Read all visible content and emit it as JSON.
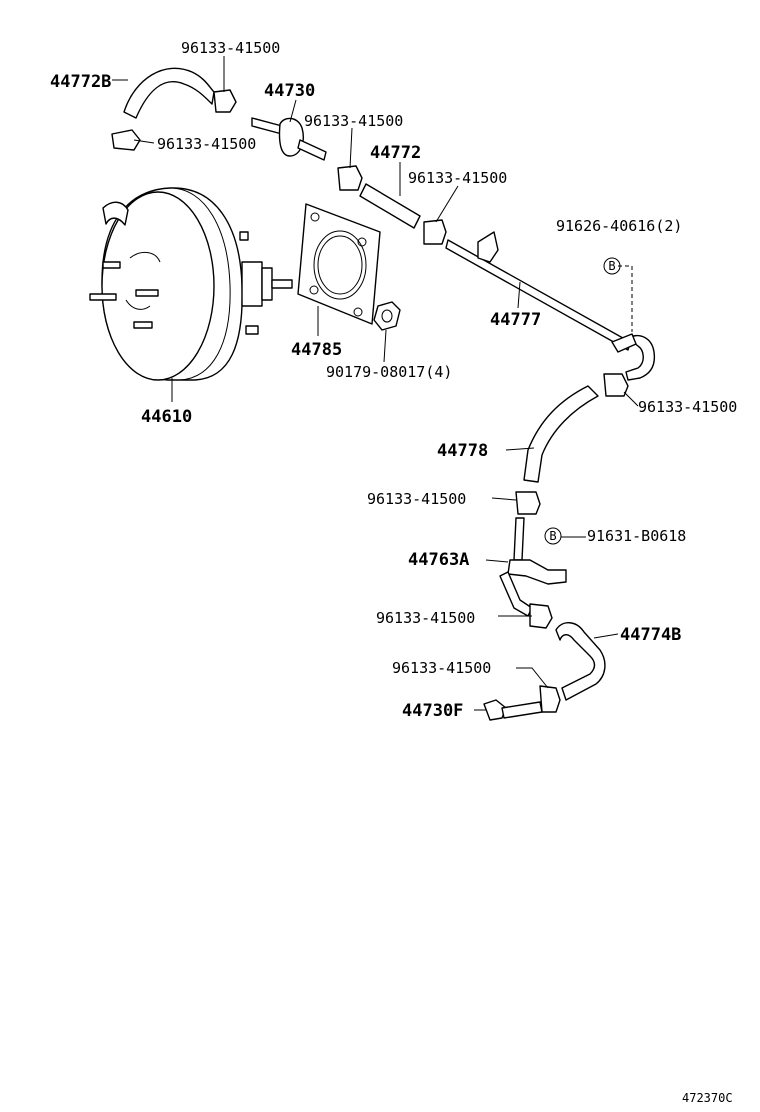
{
  "diagram": {
    "part_labels": {
      "p44772B": "44772B",
      "p44730": "44730",
      "p44772": "44772",
      "p44777": "44777",
      "p44785": "44785",
      "p44610": "44610",
      "p44778": "44778",
      "p44763A": "44763A",
      "p44774B": "44774B",
      "p44730F": "44730F"
    },
    "clamp_labels": {
      "c1": "96133-41500",
      "c2": "96133-41500",
      "c3": "96133-41500",
      "c4": "96133-41500",
      "c5": "96133-41500",
      "c6": "96133-41500",
      "c7": "96133-41500",
      "c8": "96133-41500"
    },
    "fastener_labels": {
      "bolt_bracket": "91626-40616(2)",
      "bolt_pipe": "91631-B0618",
      "nut": "90179-08017(4)"
    },
    "bolt_symbol": "B",
    "reference_code": "472370C"
  }
}
